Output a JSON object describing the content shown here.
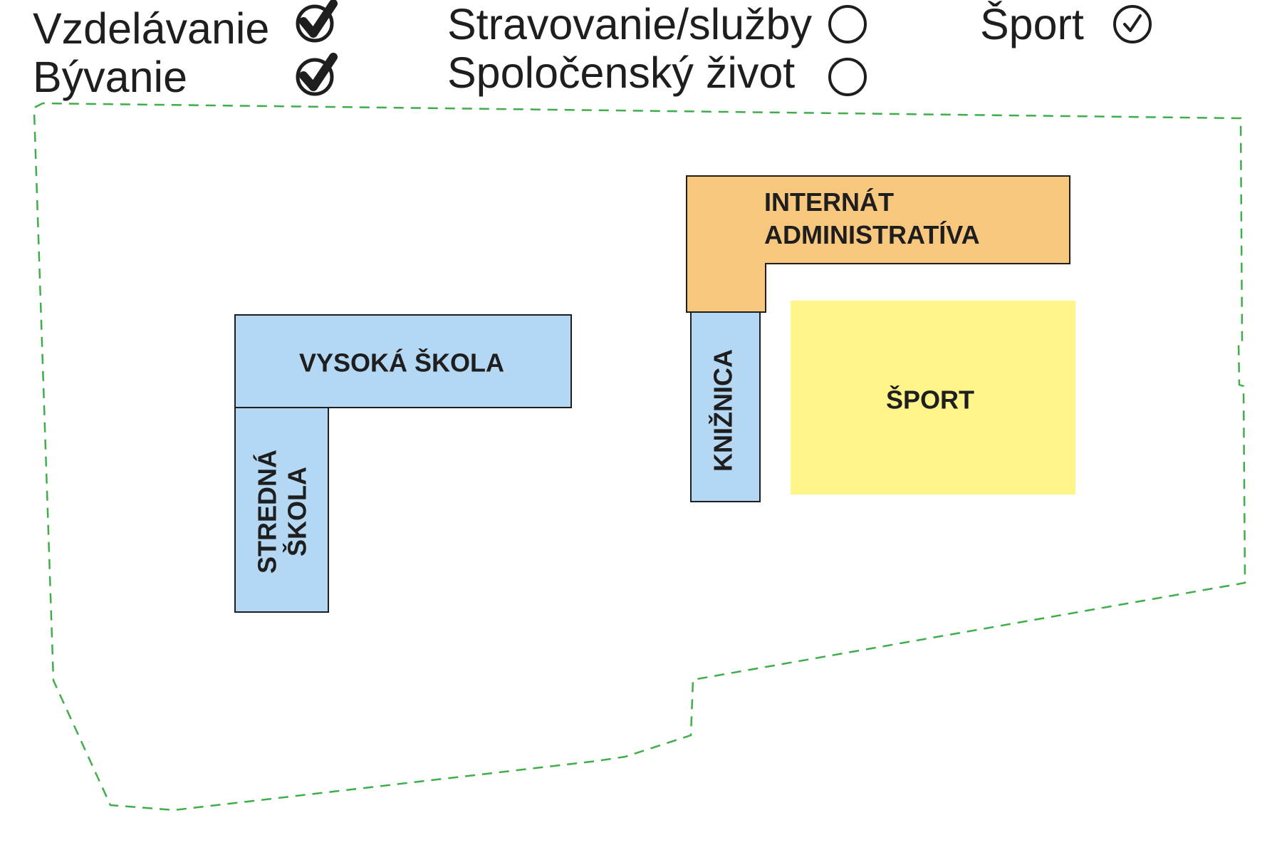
{
  "legend": {
    "items": [
      {
        "id": "vzdelavanie",
        "label": "Vzdelávanie",
        "state": "checked"
      },
      {
        "id": "byvanie",
        "label": "Bývanie",
        "state": "checked"
      },
      {
        "id": "stravovanie",
        "label": "Stravovanie/služby",
        "state": "unchecked"
      },
      {
        "id": "spolocensky",
        "label": "Spoločenský život",
        "state": "unchecked"
      },
      {
        "id": "sport",
        "label": "Šport",
        "state": "checked-light"
      }
    ]
  },
  "plan": {
    "boundary": {
      "style": "dashed",
      "color": "#3fae49"
    },
    "zones": {
      "vysoka_skola": {
        "label": "VYSOKÁ ŠKOLA",
        "color": "#b4d7f3"
      },
      "stredna_skola": {
        "lines": [
          "STREDNÁ",
          "ŠKOLA"
        ],
        "color": "#b4d7f3"
      },
      "internat": {
        "lines": [
          "INTERNÁT",
          "ADMINISTRATÍVA"
        ],
        "color": "#f8c77e"
      },
      "kniznica": {
        "label": "KNIŽNICA",
        "color": "#b4d7f3"
      },
      "sport": {
        "label": "ŠPORT",
        "color": "#fff48a"
      }
    }
  }
}
